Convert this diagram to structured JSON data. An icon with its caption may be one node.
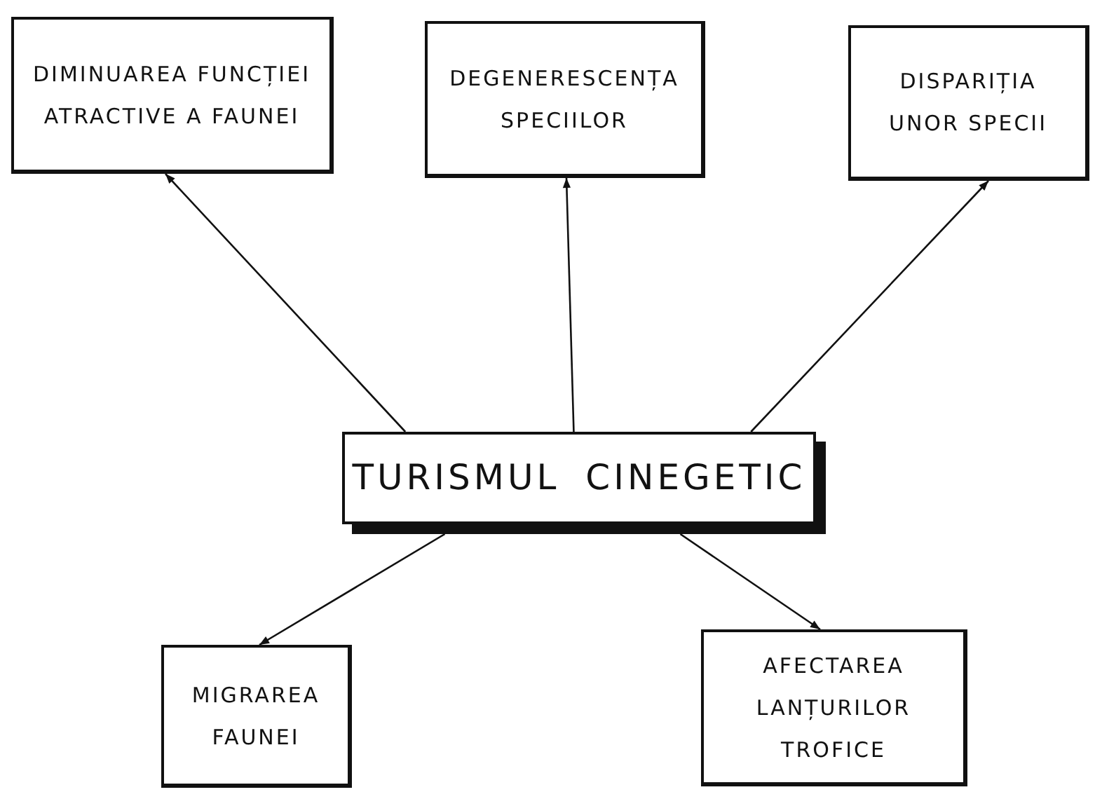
{
  "diagram": {
    "nodes": [
      {
        "text": [
          "DIMINUAREA FUNCȚIEI ATRACTIVE A FAUNEI"
        ]
      },
      {
        "text": [
          "DEGENERESCENȚA SPECIILOR"
        ]
      },
      {
        "text": [
          "DISPARIȚIA UNOR SPECII"
        ]
      },
      {
        "text": [
          "TURISMUL CINEGETIC"
        ]
      },
      {
        "text": [
          "MIGRAREA FAUNEI"
        ]
      },
      {
        "text": [
          "AFECTAREA LANȚURILOR TROFICE"
        ]
      }
    ],
    "edges": [
      {
        "from": 3,
        "to": 0,
        "arrow": "to"
      },
      {
        "from": 3,
        "to": 1,
        "arrow": "to"
      },
      {
        "from": 3,
        "to": 2,
        "arrow": "to"
      },
      {
        "from": 3,
        "to": 4,
        "arrow": "to"
      },
      {
        "from": 3,
        "to": 5,
        "arrow": "to"
      }
    ]
  }
}
